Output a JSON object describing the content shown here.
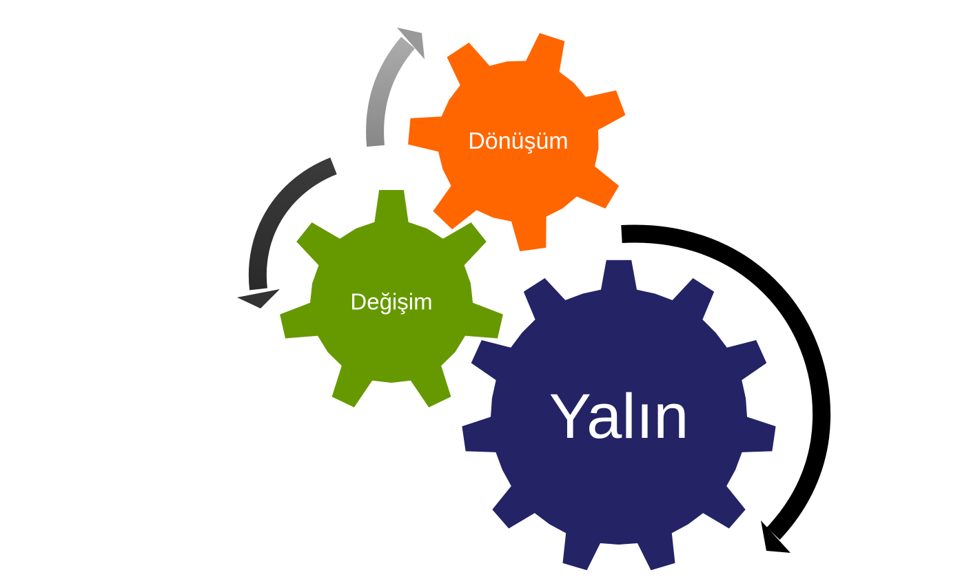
{
  "diagram": {
    "gears": [
      {
        "id": "donusum",
        "label": "Dönüşüm",
        "color": "#FF6600"
      },
      {
        "id": "degisim",
        "label": "Değişim",
        "color": "#669900"
      },
      {
        "id": "yalin",
        "label": "Yalın",
        "color": "#232366"
      }
    ],
    "arrows": [
      {
        "id": "light-gray",
        "color": "#999999"
      },
      {
        "id": "dark-gray",
        "color": "#444444"
      },
      {
        "id": "black",
        "color": "#000000"
      }
    ]
  }
}
